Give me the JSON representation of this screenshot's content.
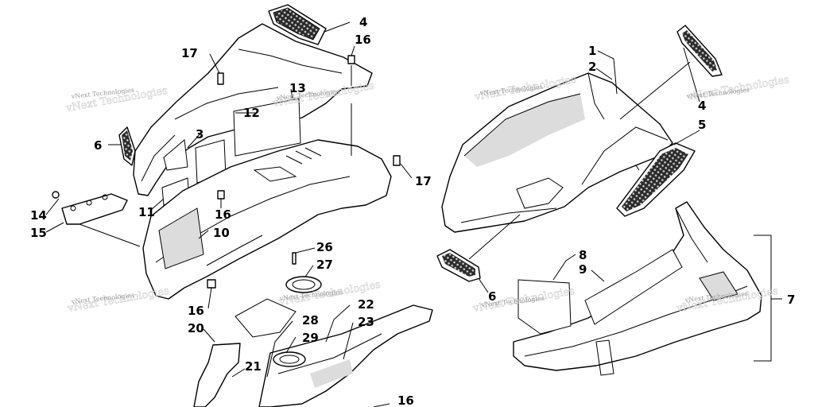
{
  "diagram": {
    "watermark_text": "vNext Technologies",
    "callouts": {
      "c1": "1",
      "c2": "2",
      "c3": "3",
      "c4a": "4",
      "c4b": "4",
      "c5": "5",
      "c6a": "6",
      "c6b": "6",
      "c7": "7",
      "c8": "8",
      "c9": "9",
      "c10": "10",
      "c11": "11",
      "c12": "12",
      "c13": "13",
      "c14": "14",
      "c15": "15",
      "c16a": "16",
      "c16b": "16",
      "c16c": "16",
      "c16d": "16",
      "c17a": "17",
      "c17b": "17",
      "c20": "20",
      "c21": "21",
      "c22": "22",
      "c23": "23",
      "c26": "26",
      "c27": "27",
      "c28": "28",
      "c29": "29"
    }
  }
}
